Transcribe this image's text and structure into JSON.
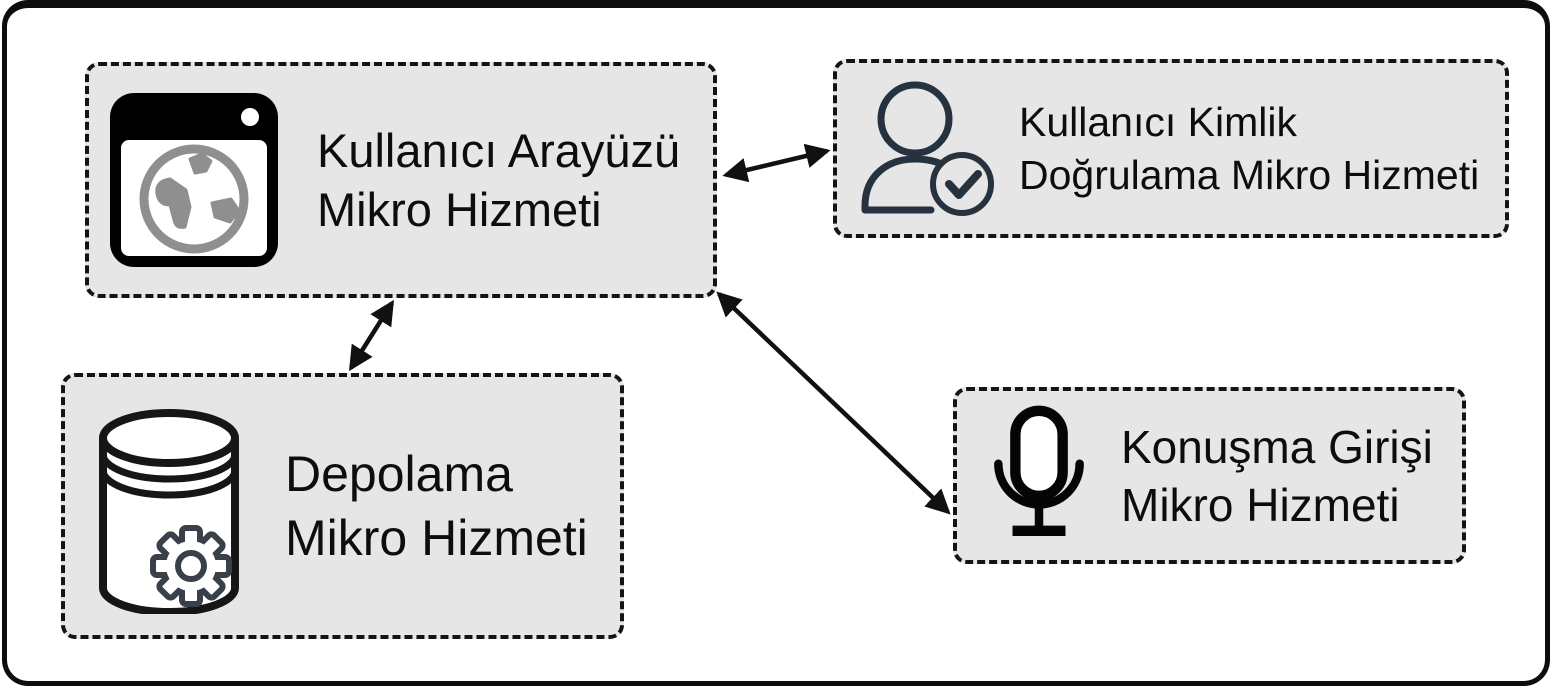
{
  "diagram": {
    "title": "Microservices architecture diagram (Turkish)",
    "nodes": [
      {
        "id": "ui",
        "lines": [
          "Kullanıcı Arayüzü",
          "Mikro Hizmeti"
        ],
        "icon": "browser-globe-icon"
      },
      {
        "id": "auth",
        "lines": [
          "Kullanıcı Kimlik",
          "Doğrulama Mikro Hizmeti"
        ],
        "icon": "user-check-icon"
      },
      {
        "id": "storage",
        "lines": [
          "Depolama",
          "Mikro Hizmeti"
        ],
        "icon": "database-gear-icon"
      },
      {
        "id": "speech",
        "lines": [
          "Konuşma Girişi",
          "Mikro Hizmeti"
        ],
        "icon": "microphone-icon"
      }
    ],
    "edges": [
      {
        "from": "ui",
        "to": "auth",
        "type": "bidirectional"
      },
      {
        "from": "ui",
        "to": "storage",
        "type": "bidirectional"
      },
      {
        "from": "ui",
        "to": "speech",
        "type": "bidirectional"
      }
    ],
    "colors": {
      "background": "#ffffff",
      "frame_border": "#0d0d0d",
      "node_fill": "#e6e6e6",
      "node_border": "#141414",
      "arrow": "#111111",
      "person_icon_stroke": "#26323e",
      "gear_stroke": "#3a4049",
      "globe_gray": "#8f8f8f"
    }
  }
}
